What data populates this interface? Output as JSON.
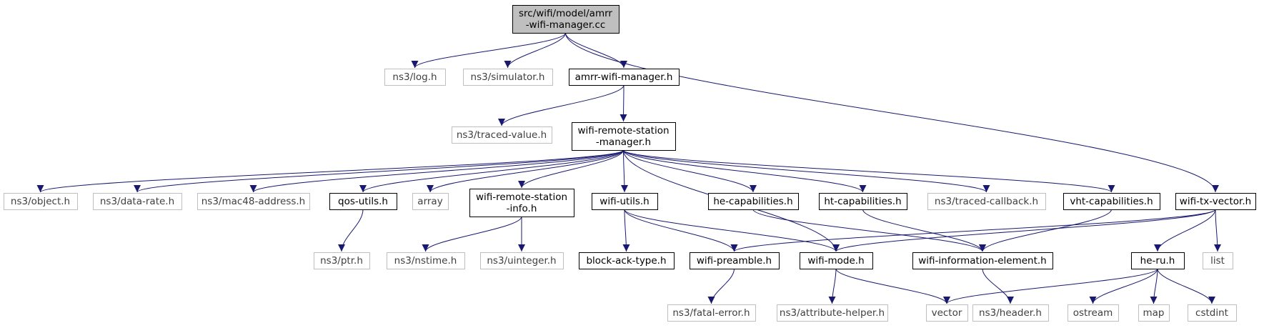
{
  "diagram": {
    "colors": {
      "edge": "#191970",
      "node_border_normal": "#000000",
      "node_border_external": "#bfbfbf",
      "node_fill_root": "#bfbfbf",
      "node_fill": "#ffffff",
      "text_normal": "#000000",
      "text_external": "#3f3f3f"
    },
    "nodes": [
      {
        "id": "root",
        "lines": [
          "src/wifi/model/amrr",
          "-wifi-manager.cc"
        ],
        "kind": "root"
      },
      {
        "id": "ns3_log",
        "lines": [
          "ns3/log.h"
        ],
        "kind": "external"
      },
      {
        "id": "ns3_simulator",
        "lines": [
          "ns3/simulator.h"
        ],
        "kind": "external"
      },
      {
        "id": "amrr",
        "lines": [
          "amrr-wifi-manager.h"
        ],
        "kind": "normal"
      },
      {
        "id": "traced_value",
        "lines": [
          "ns3/traced-value.h"
        ],
        "kind": "external"
      },
      {
        "id": "wrsm",
        "lines": [
          "wifi-remote-station",
          "-manager.h"
        ],
        "kind": "normal"
      },
      {
        "id": "object",
        "lines": [
          "ns3/object.h"
        ],
        "kind": "external"
      },
      {
        "id": "data_rate",
        "lines": [
          "ns3/data-rate.h"
        ],
        "kind": "external"
      },
      {
        "id": "mac48",
        "lines": [
          "ns3/mac48-address.h"
        ],
        "kind": "external"
      },
      {
        "id": "qos_utils",
        "lines": [
          "qos-utils.h"
        ],
        "kind": "normal"
      },
      {
        "id": "array",
        "lines": [
          "array"
        ],
        "kind": "external"
      },
      {
        "id": "wrsi",
        "lines": [
          "wifi-remote-station",
          "-info.h"
        ],
        "kind": "normal"
      },
      {
        "id": "wifi_utils",
        "lines": [
          "wifi-utils.h"
        ],
        "kind": "normal"
      },
      {
        "id": "he_cap",
        "lines": [
          "he-capabilities.h"
        ],
        "kind": "normal"
      },
      {
        "id": "ht_cap",
        "lines": [
          "ht-capabilities.h"
        ],
        "kind": "normal"
      },
      {
        "id": "traced_callback",
        "lines": [
          "ns3/traced-callback.h"
        ],
        "kind": "external"
      },
      {
        "id": "vht_cap",
        "lines": [
          "vht-capabilities.h"
        ],
        "kind": "normal"
      },
      {
        "id": "txvector",
        "lines": [
          "wifi-tx-vector.h"
        ],
        "kind": "normal"
      },
      {
        "id": "ptr",
        "lines": [
          "ns3/ptr.h"
        ],
        "kind": "external"
      },
      {
        "id": "nstime",
        "lines": [
          "ns3/nstime.h"
        ],
        "kind": "external"
      },
      {
        "id": "uinteger",
        "lines": [
          "ns3/uinteger.h"
        ],
        "kind": "external"
      },
      {
        "id": "block_ack",
        "lines": [
          "block-ack-type.h"
        ],
        "kind": "normal"
      },
      {
        "id": "preamble",
        "lines": [
          "wifi-preamble.h"
        ],
        "kind": "normal"
      },
      {
        "id": "wifi_mode",
        "lines": [
          "wifi-mode.h"
        ],
        "kind": "normal"
      },
      {
        "id": "wie",
        "lines": [
          "wifi-information-element.h"
        ],
        "kind": "normal"
      },
      {
        "id": "he_ru",
        "lines": [
          "he-ru.h"
        ],
        "kind": "normal"
      },
      {
        "id": "list",
        "lines": [
          "list"
        ],
        "kind": "external"
      },
      {
        "id": "fatal_error",
        "lines": [
          "ns3/fatal-error.h"
        ],
        "kind": "external"
      },
      {
        "id": "attribute_helper",
        "lines": [
          "ns3/attribute-helper.h"
        ],
        "kind": "external"
      },
      {
        "id": "vector",
        "lines": [
          "vector"
        ],
        "kind": "external"
      },
      {
        "id": "header",
        "lines": [
          "ns3/header.h"
        ],
        "kind": "external"
      },
      {
        "id": "ostream",
        "lines": [
          "ostream"
        ],
        "kind": "external"
      },
      {
        "id": "map",
        "lines": [
          "map"
        ],
        "kind": "external"
      },
      {
        "id": "cstdint",
        "lines": [
          "cstdint"
        ],
        "kind": "external"
      }
    ],
    "edges": [
      [
        "root",
        "ns3_log"
      ],
      [
        "root",
        "ns3_simulator"
      ],
      [
        "root",
        "amrr"
      ],
      [
        "root",
        "txvector"
      ],
      [
        "amrr",
        "traced_value"
      ],
      [
        "amrr",
        "wrsm"
      ],
      [
        "wrsm",
        "object"
      ],
      [
        "wrsm",
        "data_rate"
      ],
      [
        "wrsm",
        "mac48"
      ],
      [
        "wrsm",
        "qos_utils"
      ],
      [
        "wrsm",
        "array"
      ],
      [
        "wrsm",
        "wrsi"
      ],
      [
        "wrsm",
        "wifi_utils"
      ],
      [
        "wrsm",
        "wifi_mode"
      ],
      [
        "wrsm",
        "he_cap"
      ],
      [
        "wrsm",
        "ht_cap"
      ],
      [
        "wrsm",
        "traced_callback"
      ],
      [
        "wrsm",
        "vht_cap"
      ],
      [
        "qos_utils",
        "ptr"
      ],
      [
        "wrsi",
        "nstime"
      ],
      [
        "wrsi",
        "uinteger"
      ],
      [
        "wifi_utils",
        "block_ack"
      ],
      [
        "wifi_utils",
        "preamble"
      ],
      [
        "wifi_utils",
        "wifi_mode"
      ],
      [
        "he_cap",
        "wie"
      ],
      [
        "ht_cap",
        "wie"
      ],
      [
        "vht_cap",
        "wie"
      ],
      [
        "txvector",
        "preamble"
      ],
      [
        "txvector",
        "wifi_mode"
      ],
      [
        "txvector",
        "he_ru"
      ],
      [
        "txvector",
        "list"
      ],
      [
        "preamble",
        "fatal_error"
      ],
      [
        "wifi_mode",
        "attribute_helper"
      ],
      [
        "wifi_mode",
        "vector"
      ],
      [
        "wie",
        "header"
      ],
      [
        "he_ru",
        "vector"
      ],
      [
        "he_ru",
        "ostream"
      ],
      [
        "he_ru",
        "map"
      ],
      [
        "he_ru",
        "cstdint"
      ]
    ]
  }
}
